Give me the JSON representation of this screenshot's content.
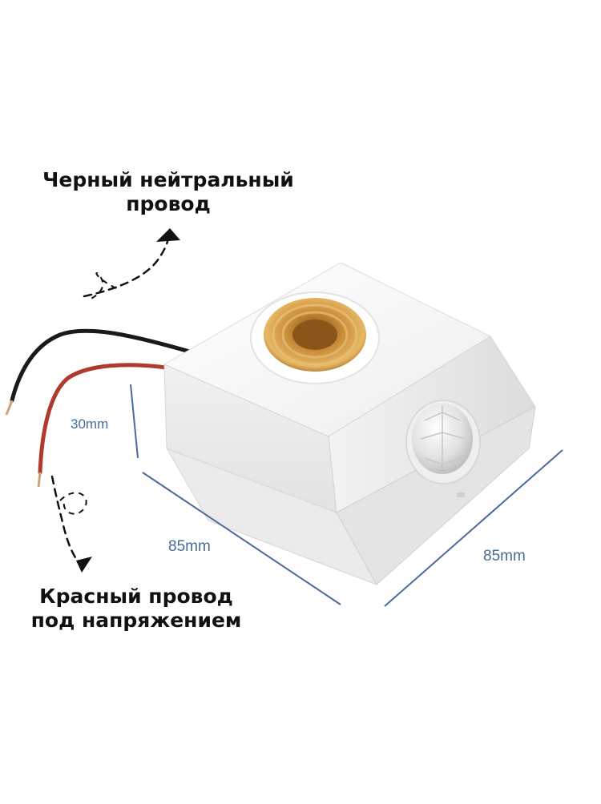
{
  "annotations": {
    "black_wire": [
      "Черный нейтральный",
      "провод"
    ],
    "red_wire": [
      "Красный провод",
      "под напряжением"
    ]
  },
  "dimensions": {
    "height": "30mm",
    "front_length": "85mm",
    "side_length": "85mm"
  },
  "colors": {
    "dimension_line": "#4a6a9a",
    "black_wire": "#1a1a1a",
    "red_wire": "#b03a2e",
    "socket_brass": "#c98c3a",
    "housing": "#f4f4f4"
  }
}
